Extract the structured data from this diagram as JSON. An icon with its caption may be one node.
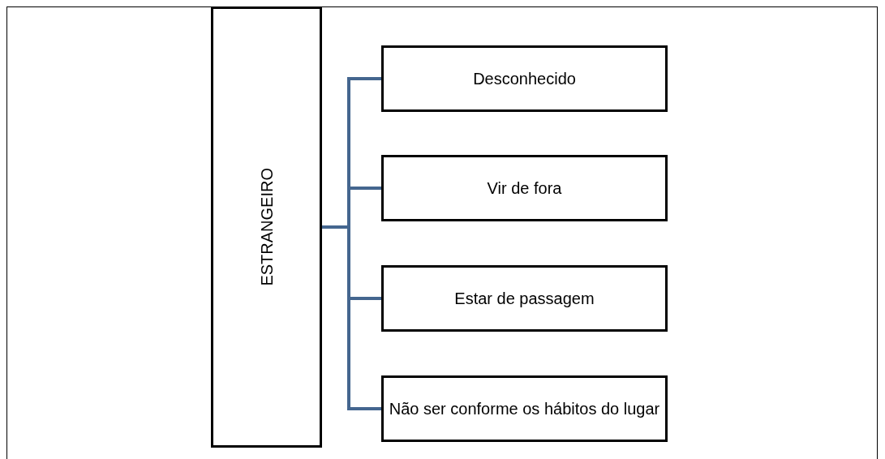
{
  "diagram": {
    "nodes": [
      {
        "text": [
          "ESTRANGEIRO"
        ]
      },
      {
        "text": [
          "Desconhecido"
        ]
      },
      {
        "text": [
          "Vir de fora"
        ]
      },
      {
        "text": [
          "Estar de passagem"
        ]
      },
      {
        "text": [
          "Não ser conforme os hábitos do lugar"
        ]
      }
    ],
    "edges": [
      {
        "from": 0,
        "to": 1,
        "arrow": "none",
        "color": "#44668f"
      },
      {
        "from": 0,
        "to": 2,
        "arrow": "none",
        "color": "#44668f"
      },
      {
        "from": 0,
        "to": 3,
        "arrow": "none",
        "color": "#44668f"
      },
      {
        "from": 0,
        "to": 4,
        "arrow": "none",
        "color": "#44668f"
      }
    ]
  }
}
